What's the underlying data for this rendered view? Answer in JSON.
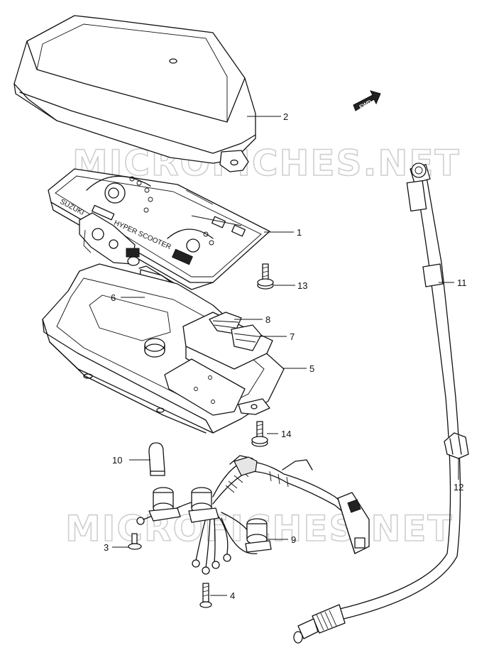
{
  "watermark": "MICROFICHES.NET",
  "fwd_label": "FWD",
  "panel": {
    "brand": "SUZUKI",
    "model": "HYPER SCOOTER"
  },
  "callouts": [
    {
      "id": "1"
    },
    {
      "id": "2"
    },
    {
      "id": "3"
    },
    {
      "id": "4"
    },
    {
      "id": "5"
    },
    {
      "id": "6"
    },
    {
      "id": "7"
    },
    {
      "id": "8"
    },
    {
      "id": "9"
    },
    {
      "id": "10"
    },
    {
      "id": "11"
    },
    {
      "id": "12"
    },
    {
      "id": "13"
    },
    {
      "id": "14"
    }
  ]
}
